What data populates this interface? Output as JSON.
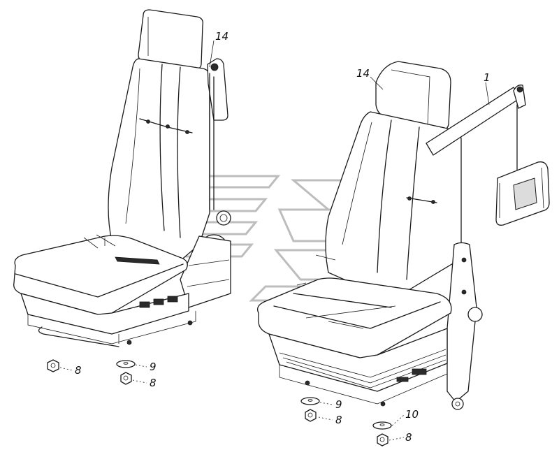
{
  "callouts": {
    "c14_left": "14",
    "c14_right": "14",
    "c1": "1",
    "c8_a": "8",
    "c9_a": "9",
    "c8_b": "8",
    "c9_b": "9",
    "c8_c": "8",
    "c10": "10",
    "c8_d": "8"
  },
  "colors": {
    "line": "#1a1a1a",
    "watermark": "#bdbdbd",
    "background": "#ffffff"
  }
}
